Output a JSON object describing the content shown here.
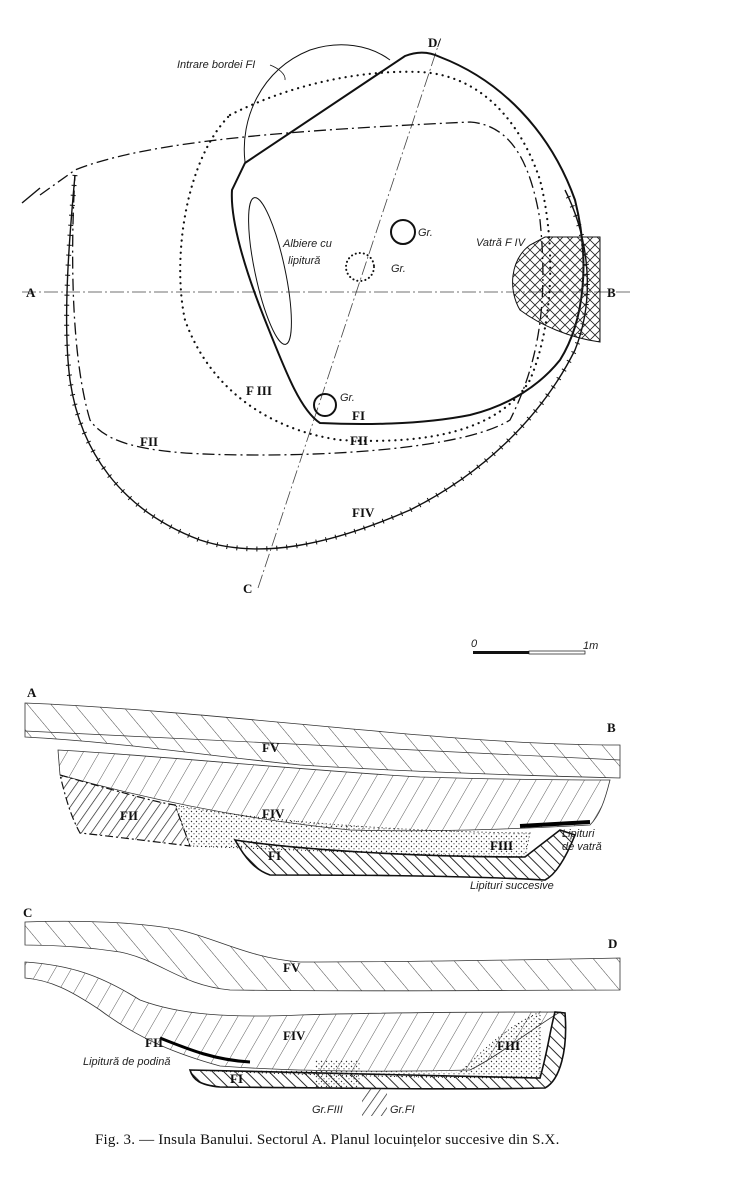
{
  "plan": {
    "labels": {
      "d_marker": "D/",
      "entrance": "Intrare bordei FI",
      "trough_1": "Albiere cu",
      "trough_2": "lipitură",
      "pit_1": "Gr.",
      "pit_2": "Gr.",
      "pit_3": "Gr.",
      "hearth": "Vatră F IV",
      "a": "A",
      "b": "B",
      "c": "C",
      "f3": "F III",
      "f1": "FI",
      "f2_left": "FII",
      "f2_mid": "FII",
      "f4": "FIV"
    }
  },
  "scale_bar": {
    "start": "0",
    "end": "1m"
  },
  "section_ab": {
    "a": "A",
    "b": "B",
    "f5": "FV",
    "f4": "FIV",
    "f2": "FII",
    "f3": "FIII",
    "f1": "FI",
    "note_hearth_1": "Lipituri",
    "note_hearth_2": "de vatră",
    "note_successive": "Lipituri succesive"
  },
  "section_cd": {
    "c": "C",
    "d": "D",
    "f5": "FV",
    "f4": "FIV",
    "f2": "FII",
    "f3": "FIII",
    "f1": "FI",
    "note_floor": "Lipitură de podină",
    "pit_f3": "Gr.FIII",
    "pit_f1": "Gr.FI"
  },
  "caption": "Fig. 3. — Insula Banului. Sectorul A. Planul locuințelor succesive din S.X."
}
